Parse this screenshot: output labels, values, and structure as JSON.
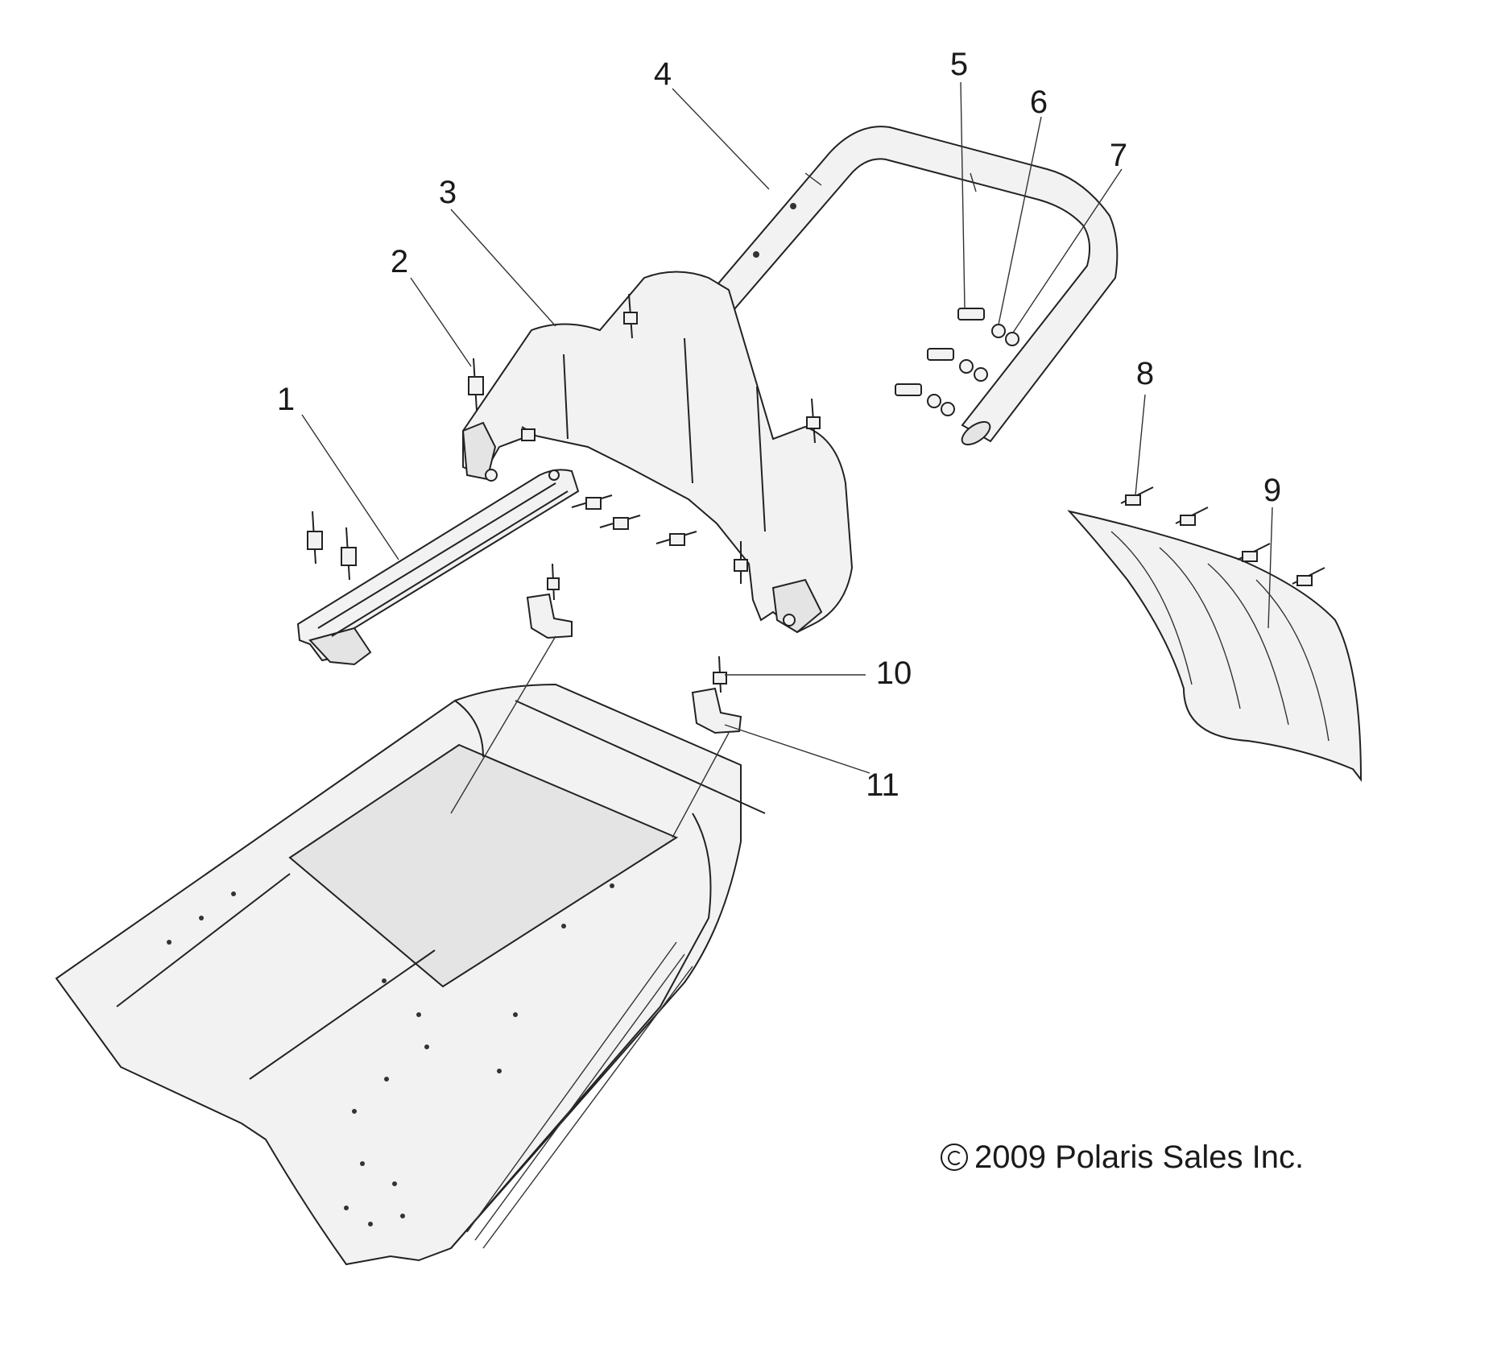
{
  "callouts": {
    "c1": "1",
    "c2": "2",
    "c3": "3",
    "c4": "4",
    "c5": "5",
    "c6": "6",
    "c7": "7",
    "c8": "8",
    "c9": "9",
    "c10": "10",
    "c11": "11"
  },
  "copyright": "2009 Polaris Sales Inc.",
  "icons": {
    "copyright": "copyright-symbol-icon"
  }
}
